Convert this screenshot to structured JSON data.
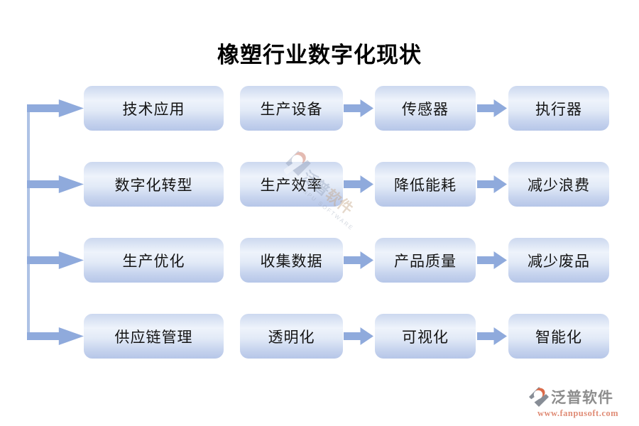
{
  "title": "橡塑行业数字化现状",
  "rows": [
    {
      "category": "技术应用",
      "steps": [
        "生产设备",
        "传感器",
        "执行器"
      ]
    },
    {
      "category": "数字化转型",
      "steps": [
        "生产效率",
        "降低能耗",
        "减少浪费"
      ]
    },
    {
      "category": "生产优化",
      "steps": [
        "收集数据",
        "产品质量",
        "减少废品"
      ]
    },
    {
      "category": "供应链管理",
      "steps": [
        "透明化",
        "可视化",
        "智能化"
      ]
    }
  ],
  "watermark": {
    "brand_left": "泛普",
    "brand_right": "软件",
    "subtext": "FANPU SOFTWARE"
  },
  "footer": {
    "brand": "泛普软件",
    "url": "www.fanpusoft.com"
  },
  "colors": {
    "arrow": "#8FAADC",
    "trunk": "#AEC2E5",
    "box_top": "#CCD8EF",
    "box_mid": "#EEF3FB",
    "box_bottom": "#B6C6E8",
    "text": "#141414",
    "footer_brand": "#8D8D8D",
    "footer_url": "#E08C76",
    "logo_gray": "#878D96",
    "logo_orange": "#DB6B4A"
  }
}
